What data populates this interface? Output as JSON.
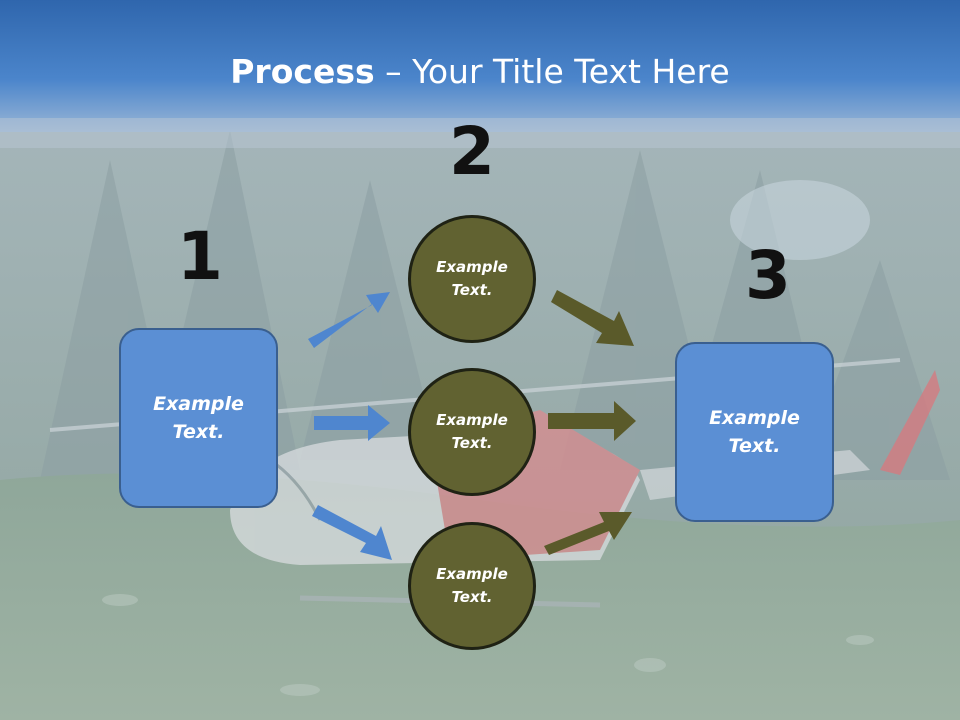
{
  "title": {
    "bold": "Process",
    "rest": " – Your Title Text Here"
  },
  "steps": [
    {
      "number": "1",
      "text": "Example\nText."
    },
    {
      "number": "2",
      "text": "Example\nText."
    },
    {
      "number": "3",
      "text": "Example\nText."
    }
  ],
  "circles": [
    {
      "text": "Example\nText."
    },
    {
      "text": "Example\nText."
    },
    {
      "text": "Example\nText."
    }
  ],
  "colors": {
    "header_blue": "#3d74b9",
    "box_fill": "#5b8fd4",
    "circle_fill": "#616231",
    "arrow_blue": "#4f86cf",
    "arrow_olive": "#5a5a2a"
  },
  "background": "helicopter-landed-on-grassy-mountain-slope"
}
